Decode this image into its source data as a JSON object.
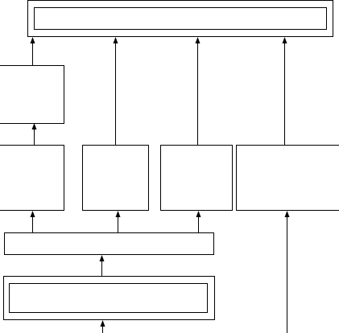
{
  "diagram": {
    "nodes": [
      {
        "id": "top-output",
        "label": "",
        "style": "double"
      },
      {
        "id": "left-upper-block",
        "label": ""
      },
      {
        "id": "left-middle-block",
        "label": ""
      },
      {
        "id": "middle-block-a",
        "label": ""
      },
      {
        "id": "middle-block-b",
        "label": ""
      },
      {
        "id": "right-block",
        "label": ""
      },
      {
        "id": "distribution-bar",
        "label": ""
      },
      {
        "id": "bottom-input",
        "label": "",
        "style": "double"
      }
    ],
    "edges": [
      {
        "from": "left-upper-block",
        "to": "top-output"
      },
      {
        "from": "middle-block-a",
        "to": "top-output"
      },
      {
        "from": "middle-block-b",
        "to": "top-output"
      },
      {
        "from": "right-block",
        "to": "top-output"
      },
      {
        "from": "left-middle-block",
        "to": "left-upper-block"
      },
      {
        "from": "distribution-bar",
        "to": "left-middle-block"
      },
      {
        "from": "distribution-bar",
        "to": "middle-block-a"
      },
      {
        "from": "distribution-bar",
        "to": "middle-block-b"
      },
      {
        "from": "external-source-right",
        "to": "right-block"
      },
      {
        "from": "bottom-input",
        "to": "distribution-bar"
      },
      {
        "from": "external-source-bottom",
        "to": "bottom-input"
      }
    ],
    "colors": {
      "stroke": "#000000",
      "fill": "#ffffff"
    }
  }
}
